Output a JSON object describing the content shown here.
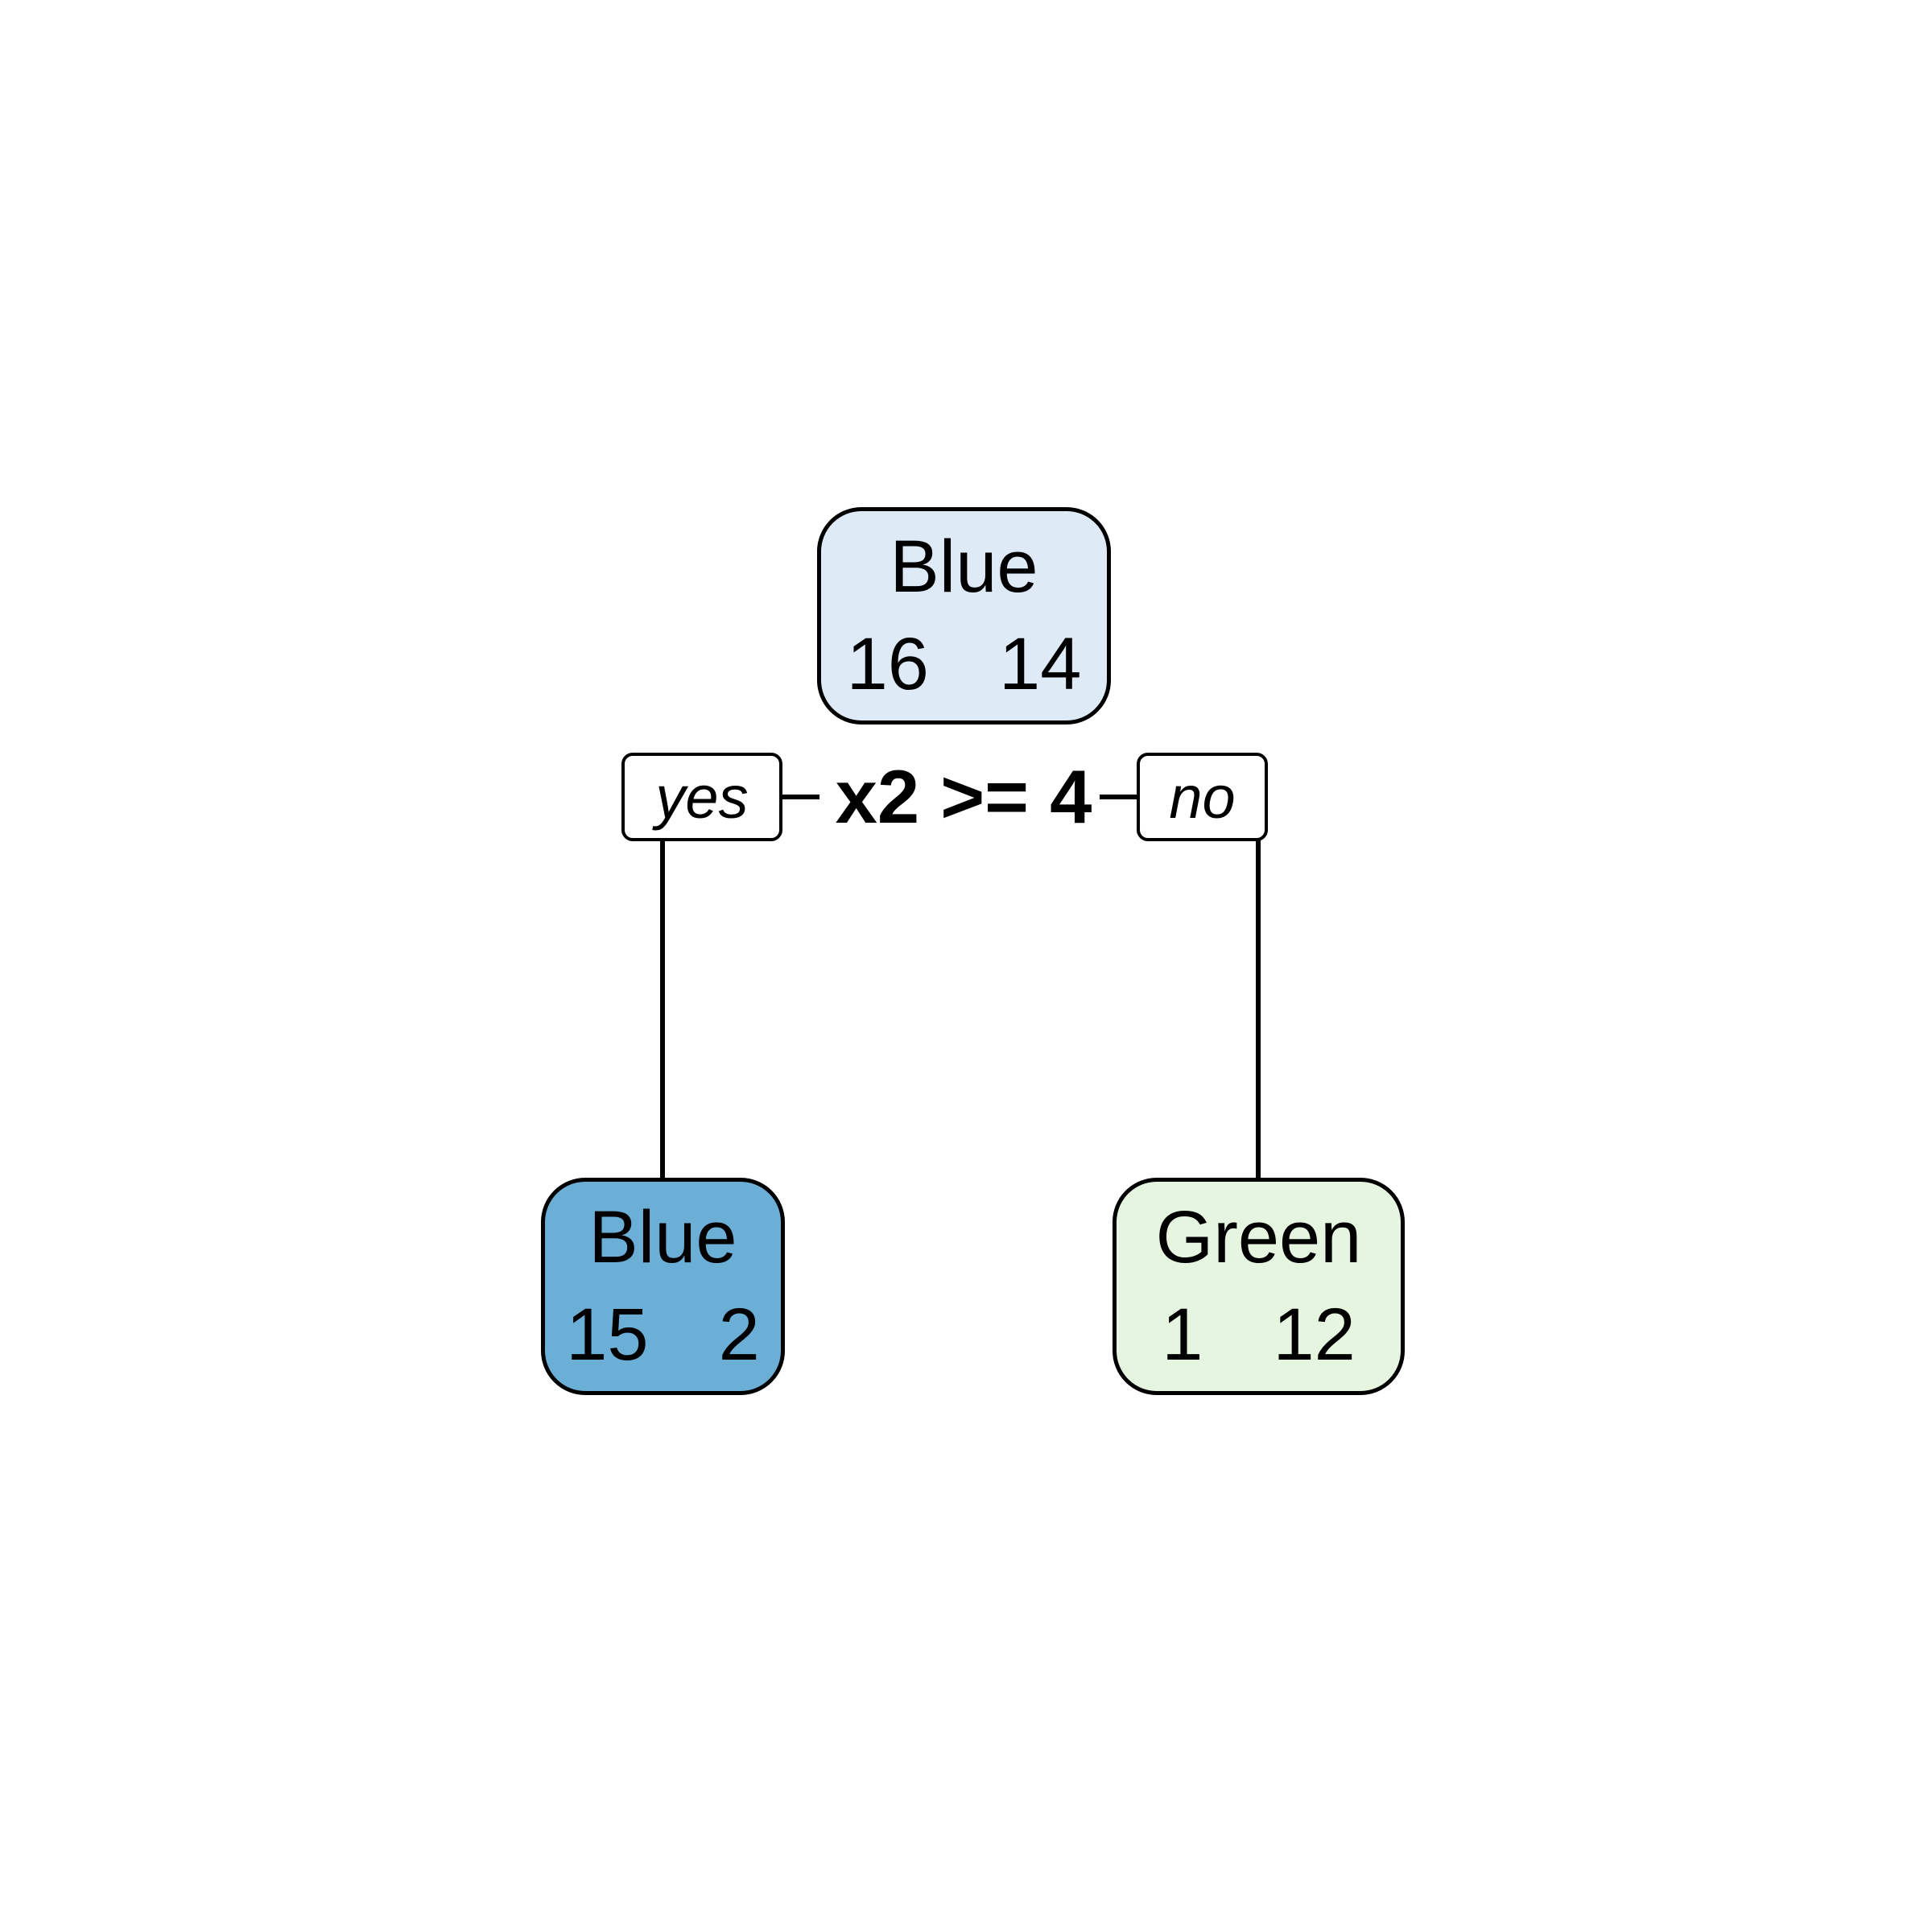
{
  "tree": {
    "root": {
      "class_label": "Blue",
      "counts": "16  14",
      "fill": "#deebf7"
    },
    "split": {
      "condition": "x2 >= 4",
      "yes_label": "yes",
      "no_label": "no",
      "label_box_fill": "#ffffff"
    },
    "children": [
      {
        "branch": "yes",
        "class_label": "Blue",
        "counts": "15  2",
        "fill": "#6baed6"
      },
      {
        "branch": "no",
        "class_label": "Green",
        "counts": "1  12",
        "fill": "#e5f5e0"
      }
    ],
    "colors": {
      "border": "#000000",
      "text": "#000000",
      "background": "#ffffff"
    }
  }
}
